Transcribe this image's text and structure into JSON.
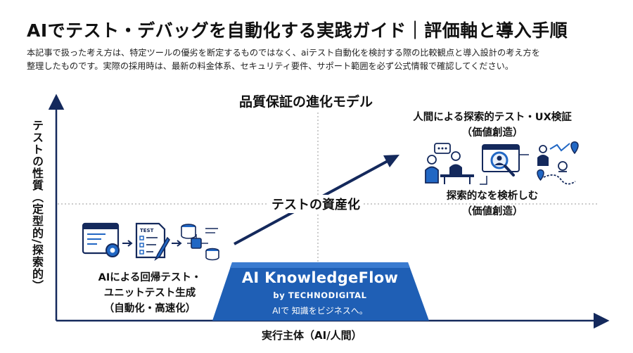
{
  "header": {
    "title": "AIでテスト・デバッグを自動化する実践ガイド｜評価軸と導入手順",
    "intro_line1": "本記事で扱った考え方は、特定ツールの優劣を断定するものではなく、aiテスト自動化を検討する際の比較観点と導入設計の考え方を",
    "intro_line2": "整理したものです。実際の採用時は、最新の料金体系、セキュリティ要件、サポート範囲を必ず公式情報で確認してください。"
  },
  "diagram": {
    "title": "品質保証の進化モデル",
    "y_axis_label": "テストの性質（定型的/探索的）",
    "x_axis_label": "実行主体（AI/人間）",
    "center_label": "テストの資産化",
    "top_right": {
      "line1": "人間による探索的テスト・UX検証",
      "line2": "（価値創造）",
      "line3": "探索的なを検析しむ",
      "line4": "（価値創造）"
    },
    "bottom_left": {
      "line1": "AIによる回帰テスト・",
      "line2": "ユニットテスト生成",
      "line3": "（自動化・高速化）",
      "doc_label": "TEST"
    },
    "brand": {
      "name": "AI KnowledgeFlow",
      "byline": "by TECHNODIGITAL",
      "tagline": "AIで 知識をビジネスへ。"
    }
  },
  "colors": {
    "navy": "#14295c",
    "accent_blue": "#2167c4",
    "banner_blue": "#1f5fb5",
    "dotted_grid": "#9a9a9a"
  },
  "icons": [
    "code-window-gear-icon",
    "test-document-pencil-icon",
    "database-chip-icon",
    "meeting-people-icon",
    "magnifier-person-icon",
    "map-route-person-icon"
  ]
}
